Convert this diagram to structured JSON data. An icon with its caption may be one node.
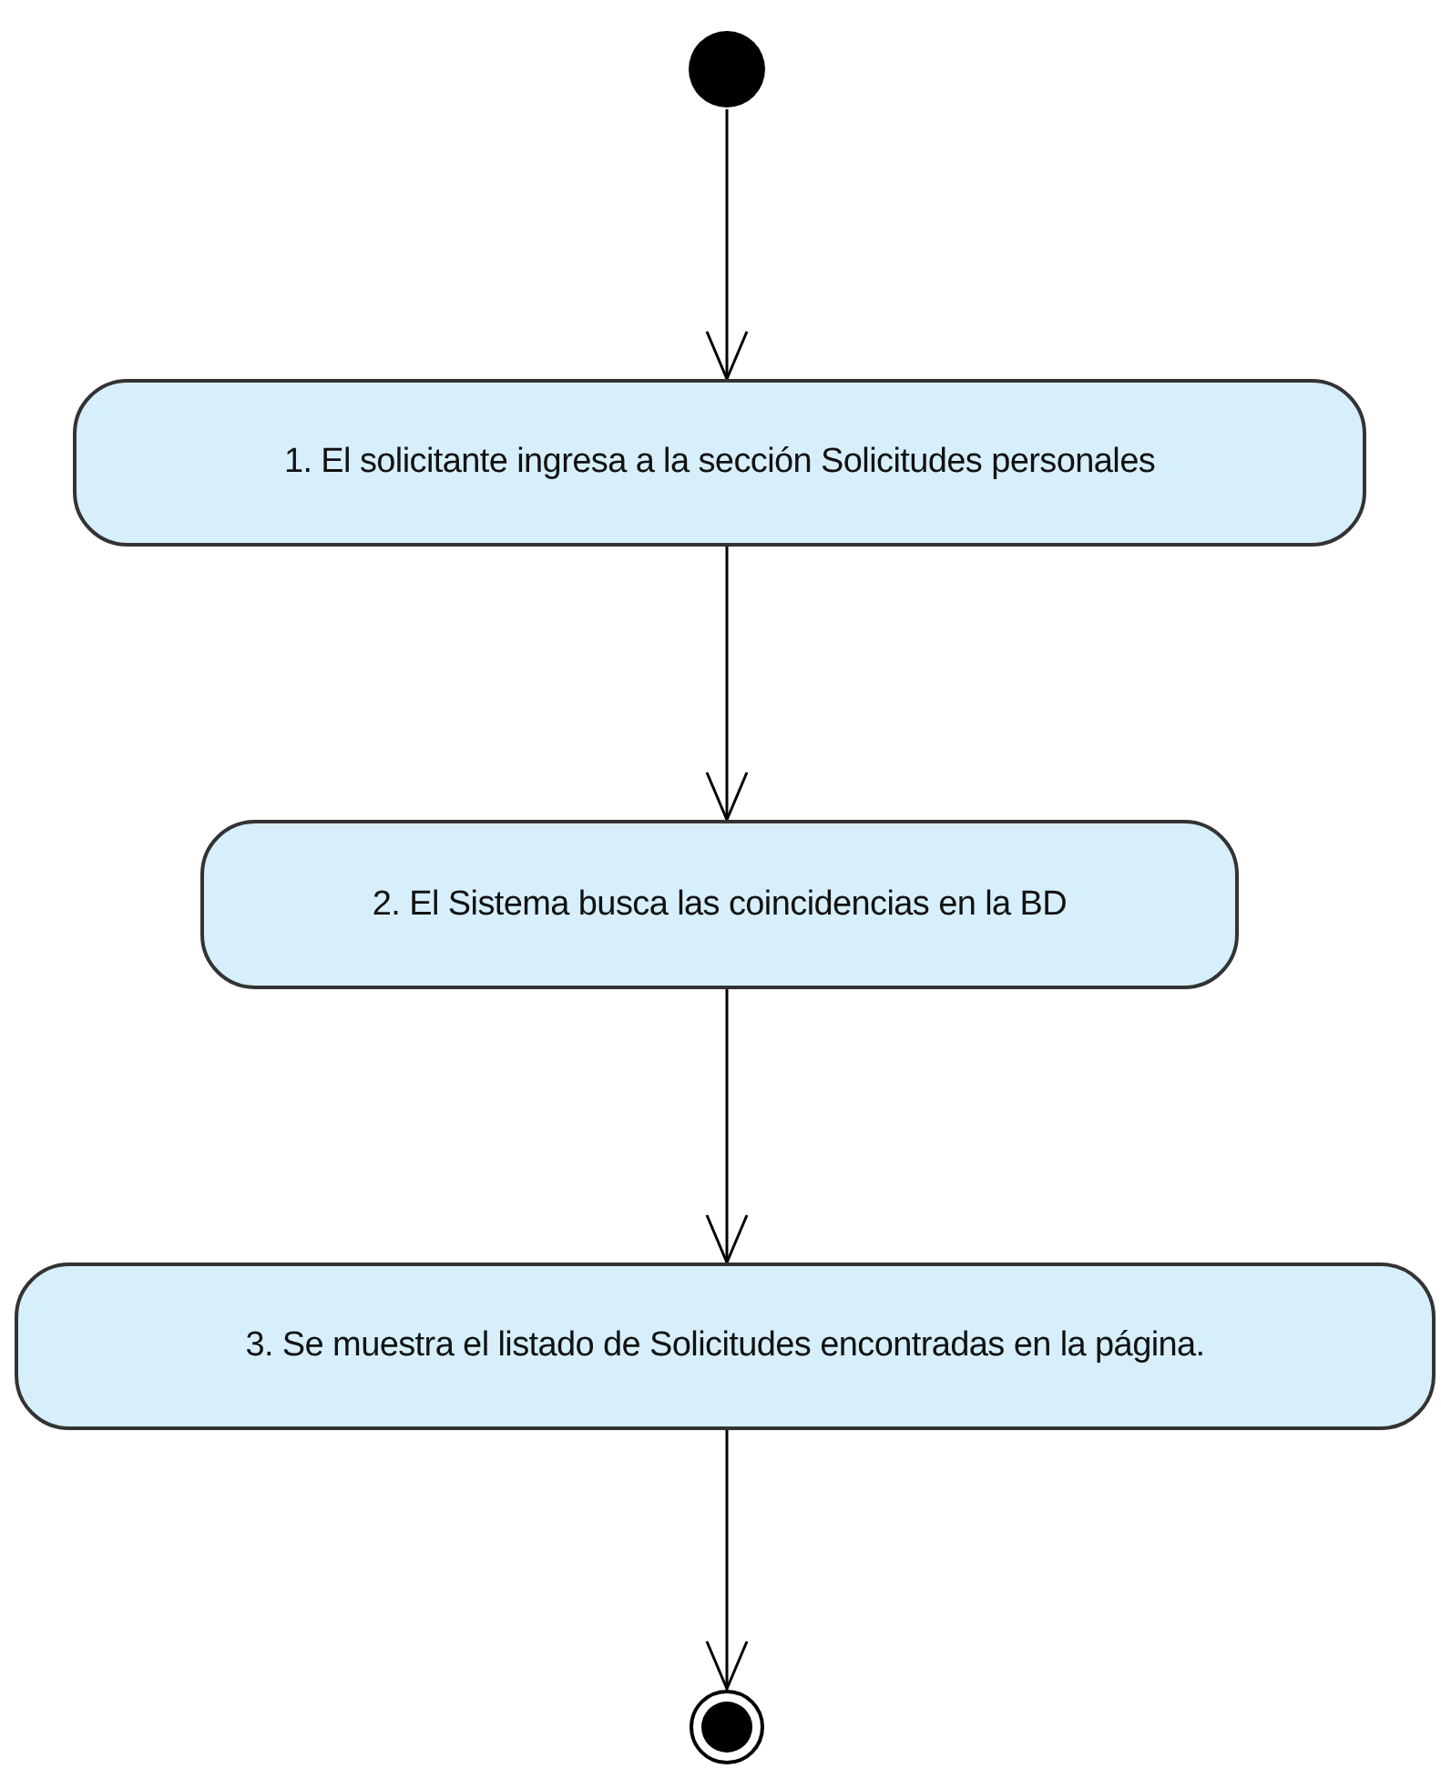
{
  "diagram": {
    "nodes": [
      {
        "text": [],
        "shape": "circle"
      },
      {
        "text": [
          "1. El solicitante ingresa a la sección Solicitudes personales"
        ]
      },
      {
        "text": [
          "2. El Sistema busca las coincidencias en la BD"
        ]
      },
      {
        "text": [
          "3. Se muestra el listado de Solicitudes encontradas en la página."
        ]
      },
      {
        "text": [],
        "shape": "bullseye"
      }
    ],
    "edges": [
      {
        "from": 0,
        "to": 1,
        "arrow": "to"
      },
      {
        "from": 1,
        "to": 2,
        "arrow": "to"
      },
      {
        "from": 2,
        "to": 3,
        "arrow": "to"
      },
      {
        "from": 3,
        "to": 4,
        "arrow": "to"
      }
    ]
  }
}
